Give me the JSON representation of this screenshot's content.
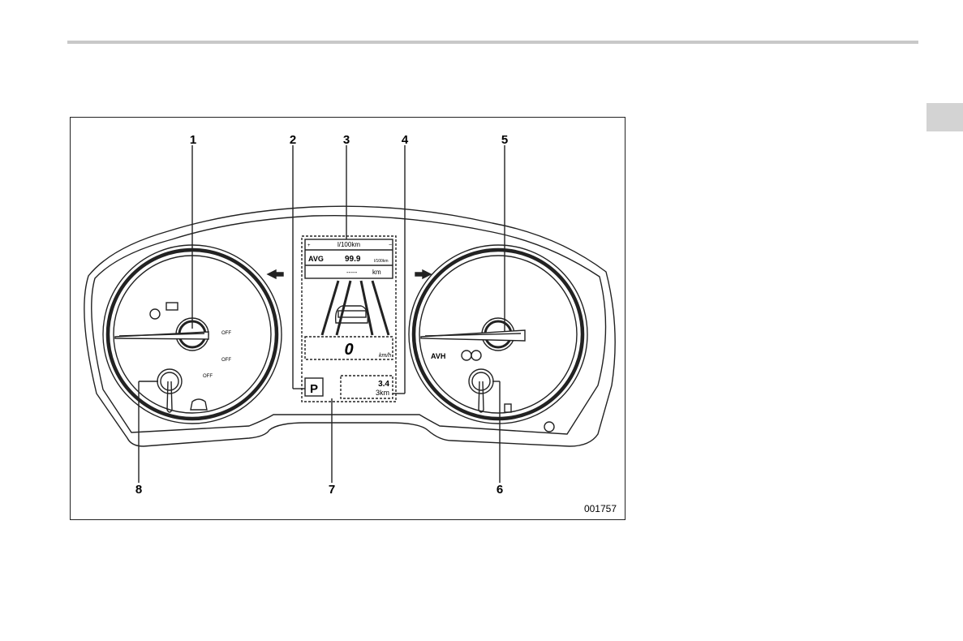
{
  "figure": {
    "id": "001757",
    "callouts": [
      "1",
      "2",
      "3",
      "4",
      "5",
      "6",
      "7",
      "8"
    ]
  },
  "display": {
    "fuel_unit": "l/100km",
    "avg_label": "AVG",
    "avg_value": "99.9",
    "range_dashes": "-----",
    "range_unit": "km",
    "speed_value": "0",
    "speed_unit": "km/h",
    "gear": "P",
    "trip_value": "3.4",
    "trip_distance": "3km",
    "scale_plus": "+",
    "scale_minus": "−",
    "mini_unit": "l/100km"
  },
  "indicators": {
    "off_labels": [
      "OFF",
      "OFF",
      "OFF"
    ],
    "avh": "AVH"
  }
}
